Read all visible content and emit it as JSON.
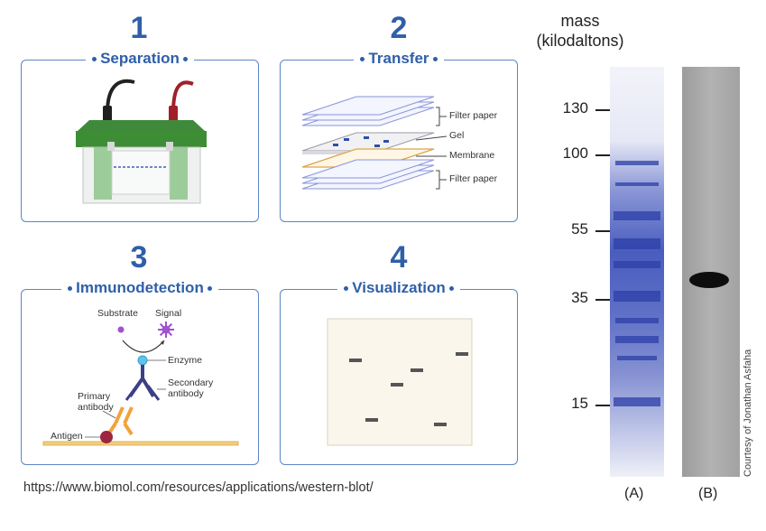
{
  "steps": [
    {
      "number": "1",
      "title": "Separation"
    },
    {
      "number": "2",
      "title": "Transfer"
    },
    {
      "number": "3",
      "title": "Immunodetection"
    },
    {
      "number": "4",
      "title": "Visualization"
    }
  ],
  "transfer_labels": {
    "filter_paper_top": "Filter paper",
    "gel": "Gel",
    "membrane": "Membrane",
    "filter_paper_bottom": "Filter paper"
  },
  "immuno_labels": {
    "substrate": "Substrate",
    "signal": "Signal",
    "enzyme": "Enzyme",
    "secondary_antibody": "Secondary\nantibody",
    "primary_antibody": "Primary\nantibody",
    "antigen": "Antigen"
  },
  "source_url": "https://www.biomol.com/resources/applications/western-blot/",
  "blot": {
    "header_line1": "mass",
    "header_line2": "(kilodaltons)",
    "markers": [
      "130",
      "100",
      "55",
      "35",
      "15"
    ],
    "lane_a": "(A)",
    "lane_b": "(B)",
    "credit": "Courtesy of Jonathan Asfaha"
  },
  "colors": {
    "accent": "#2f5fa8",
    "panel_border": "#5b86c4",
    "coomassie": "#3b4fb0",
    "lane_b_bg": "#a9a9a9"
  }
}
